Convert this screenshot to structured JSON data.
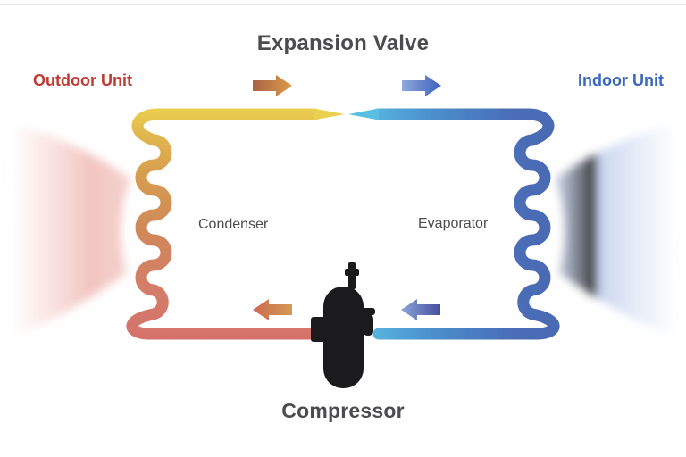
{
  "diagram": {
    "type": "refrigeration-cycle"
  },
  "labels": {
    "expansion_valve": "Expansion Valve",
    "outdoor_unit": "Outdoor Unit",
    "indoor_unit": "Indoor Unit",
    "condenser": "Condenser",
    "evaporator": "Evaporator",
    "compressor": "Compressor"
  },
  "icons": {
    "compressor": "compressor-tank-icon",
    "condenser_coil": "condenser-coil-icon",
    "evaporator_coil": "evaporator-coil-icon",
    "expansion_valve_joint": "expansion-valve-taper-icon",
    "flow_arrows": [
      "flow-arrow-condenser-to-valve",
      "flow-arrow-valve-to-evaporator",
      "flow-arrow-compressor-to-condenser",
      "flow-arrow-evaporator-to-compressor"
    ]
  },
  "colors": {
    "outdoor_red": "#bf3a33",
    "indoor_blue": "#3b68bd",
    "label_gray": "#4c4c4e",
    "pipe_yellow": "#ecd24f",
    "pipe_gold": "#d9a84e",
    "pipe_orange": "#cf8a55",
    "pipe_salmon": "#d4746a",
    "pipe_cyan": "#5cc0e2",
    "pipe_steel_blue": "#4a90cd",
    "pipe_royal_blue": "#4a6cb6",
    "compressor_black": "#1b1b1d",
    "glow_pink": "#eeb7b1",
    "glow_periwinkle": "#c5d1ed"
  }
}
